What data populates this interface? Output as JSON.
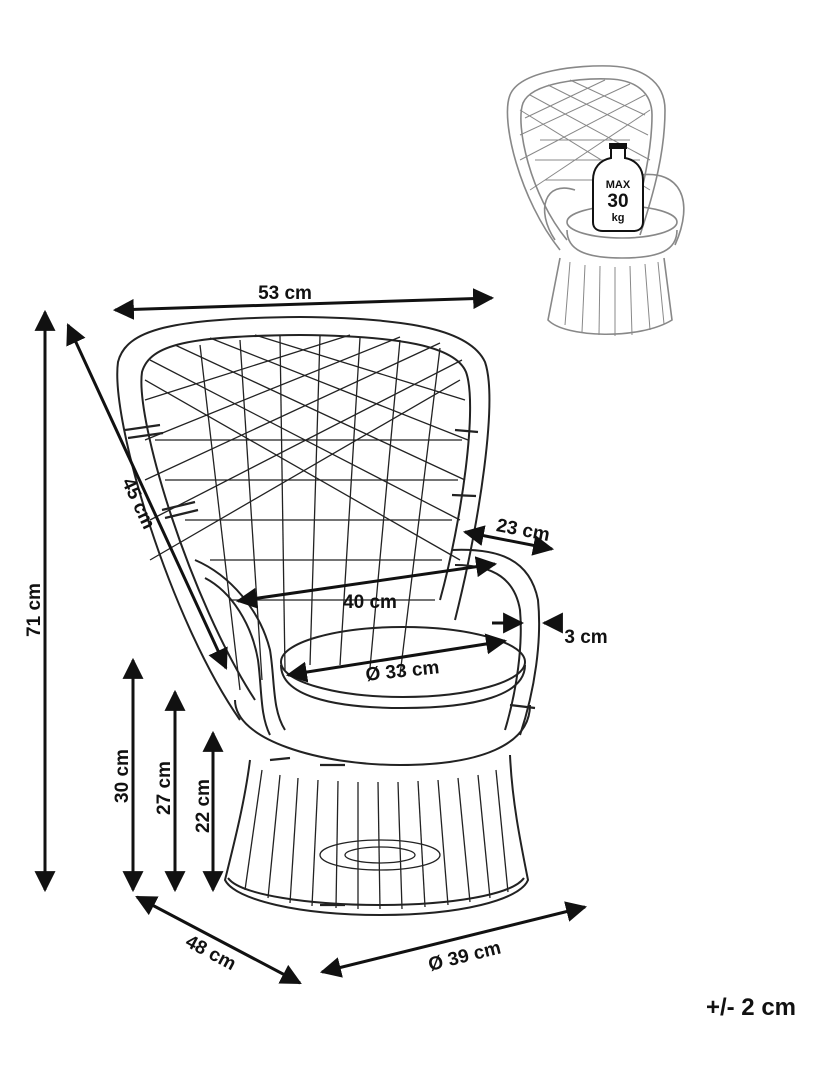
{
  "dimensions": {
    "width_top": "53 cm",
    "back_diagonal": "45 cm",
    "total_height": "71 cm",
    "arm_depth": "23 cm",
    "inner_width": "40 cm",
    "arm_thickness": "3 cm",
    "seat_diameter": "Ø 33 cm",
    "seat_height": "30 cm",
    "cushion_base_height": "27 cm",
    "base_height": "22 cm",
    "depth": "48 cm",
    "base_diameter": "Ø 39 cm"
  },
  "load_badge": {
    "line1": "MAX",
    "line2": "30",
    "line3": "kg"
  },
  "tolerance": "+/- 2 cm"
}
